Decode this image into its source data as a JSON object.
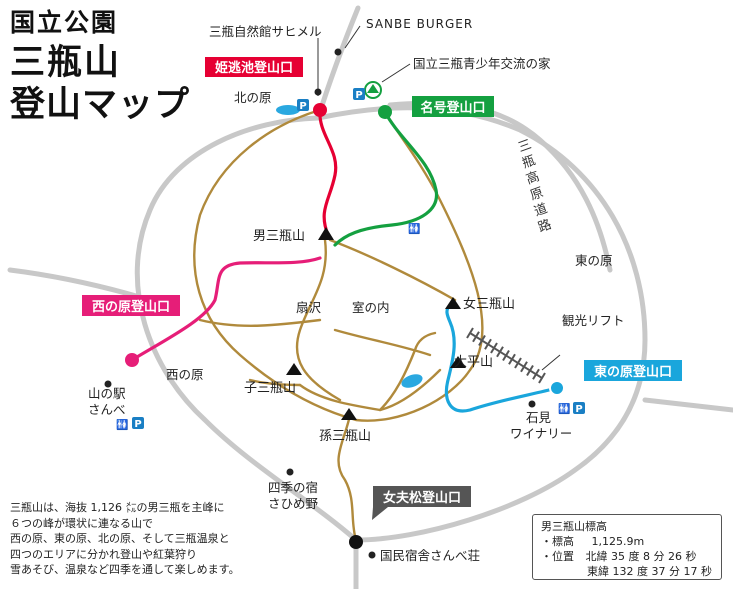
{
  "title": {
    "line1": "国立公園",
    "line2": "三瓶山",
    "line3": "登山マップ"
  },
  "trailheads": {
    "himenigeike": "姫逃池登山口",
    "meigou": "名号登山口",
    "nishinohara": "西の原登山口",
    "higashinohara": "東の原登山口",
    "meotomatsu": "女夫松登山口"
  },
  "peaks": {
    "osanbe": "男三瓶山",
    "mesanbe": "女三瓶山",
    "kosanbe": "子三瓶山",
    "magosanbe": "孫三瓶山",
    "taihei": "大平山"
  },
  "places": {
    "sahimel": "三瓶自然館サヒメル",
    "sanbe_burger": "SANBE BURGER",
    "youth_house": "国立三瓶青少年交流の家",
    "kitanohara": "北の原",
    "higashinohara": "東の原",
    "nishinohara": "西の原",
    "ougizako": "扇沢",
    "muronouchi": "室の内",
    "michinoeki_line1": "山の駅",
    "michinoeki_line2": "さんべ",
    "winery_line1": "石見",
    "winery_line2": "ワイナリー",
    "shiki_line1": "四季の宿",
    "shiki_line2": "さひめ野",
    "kokuminshukusha": "国民宿舎さんべ荘",
    "lift": "観光リフト",
    "road": "三瓶高原道路"
  },
  "description": [
    "三瓶山は、海抜 1,126 ㍍の男三瓶を主峰に",
    "６つの峰が環状に連なる山で",
    "西の原、東の原、北の原、そして三瓶温泉と",
    "四つのエリアに分かれ登山や紅葉狩り",
    "雪あそび、温泉など四季を通して楽しめます。"
  ],
  "info_box": {
    "heading": "男三瓶山標高",
    "elev_label": "・標高",
    "elev_value": "1,125.9m",
    "pos_label": "・位置",
    "lat": "北緯 35 度 8 分 26 秒",
    "lon": "東緯 132 度 37 分 17 秒"
  },
  "icons": {
    "parking": "P",
    "toilet": "🚻"
  },
  "colors": {
    "trail_himenigeike": "#e60033",
    "trail_meigou": "#14a040",
    "trail_nishinohara": "#e61e78",
    "trail_higashinohara": "#1aa6dc",
    "trail_meotomatsu": "#333333",
    "trail_general": "#b08a3c",
    "road": "#c8c8c8",
    "parking": "#1a7fc4",
    "water": "#2aa8e0"
  }
}
